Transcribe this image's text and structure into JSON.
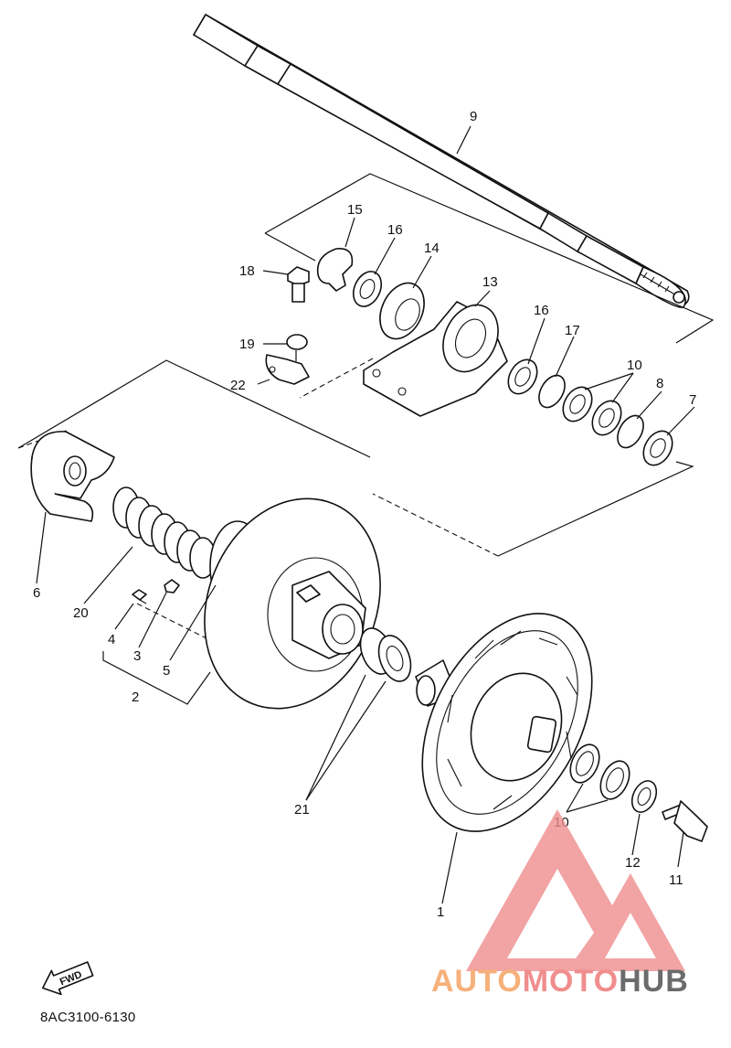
{
  "diagram": {
    "part_labels": {
      "p1": "1",
      "p2": "2",
      "p3": "3",
      "p4": "4",
      "p5": "5",
      "p6": "6",
      "p7": "7",
      "p8": "8",
      "p9": "9",
      "p10a": "10",
      "p10b": "10",
      "p11": "11",
      "p12": "12",
      "p13": "13",
      "p14": "14",
      "p15": "15",
      "p16a": "16",
      "p16b": "16",
      "p17": "17",
      "p18": "18",
      "p19": "19",
      "p20": "20",
      "p21": "21",
      "p22": "22"
    },
    "fwd_label": "FWD",
    "drawing_code": "8AC3100-6130"
  },
  "watermark": {
    "part1": "AUTO",
    "part2": "MOTO",
    "part3": "HUB",
    "colors": {
      "auto": "#f6b07a",
      "moto": "#f08d8d",
      "hub": "#6b6b6b",
      "logo": "#f08d8d"
    }
  }
}
